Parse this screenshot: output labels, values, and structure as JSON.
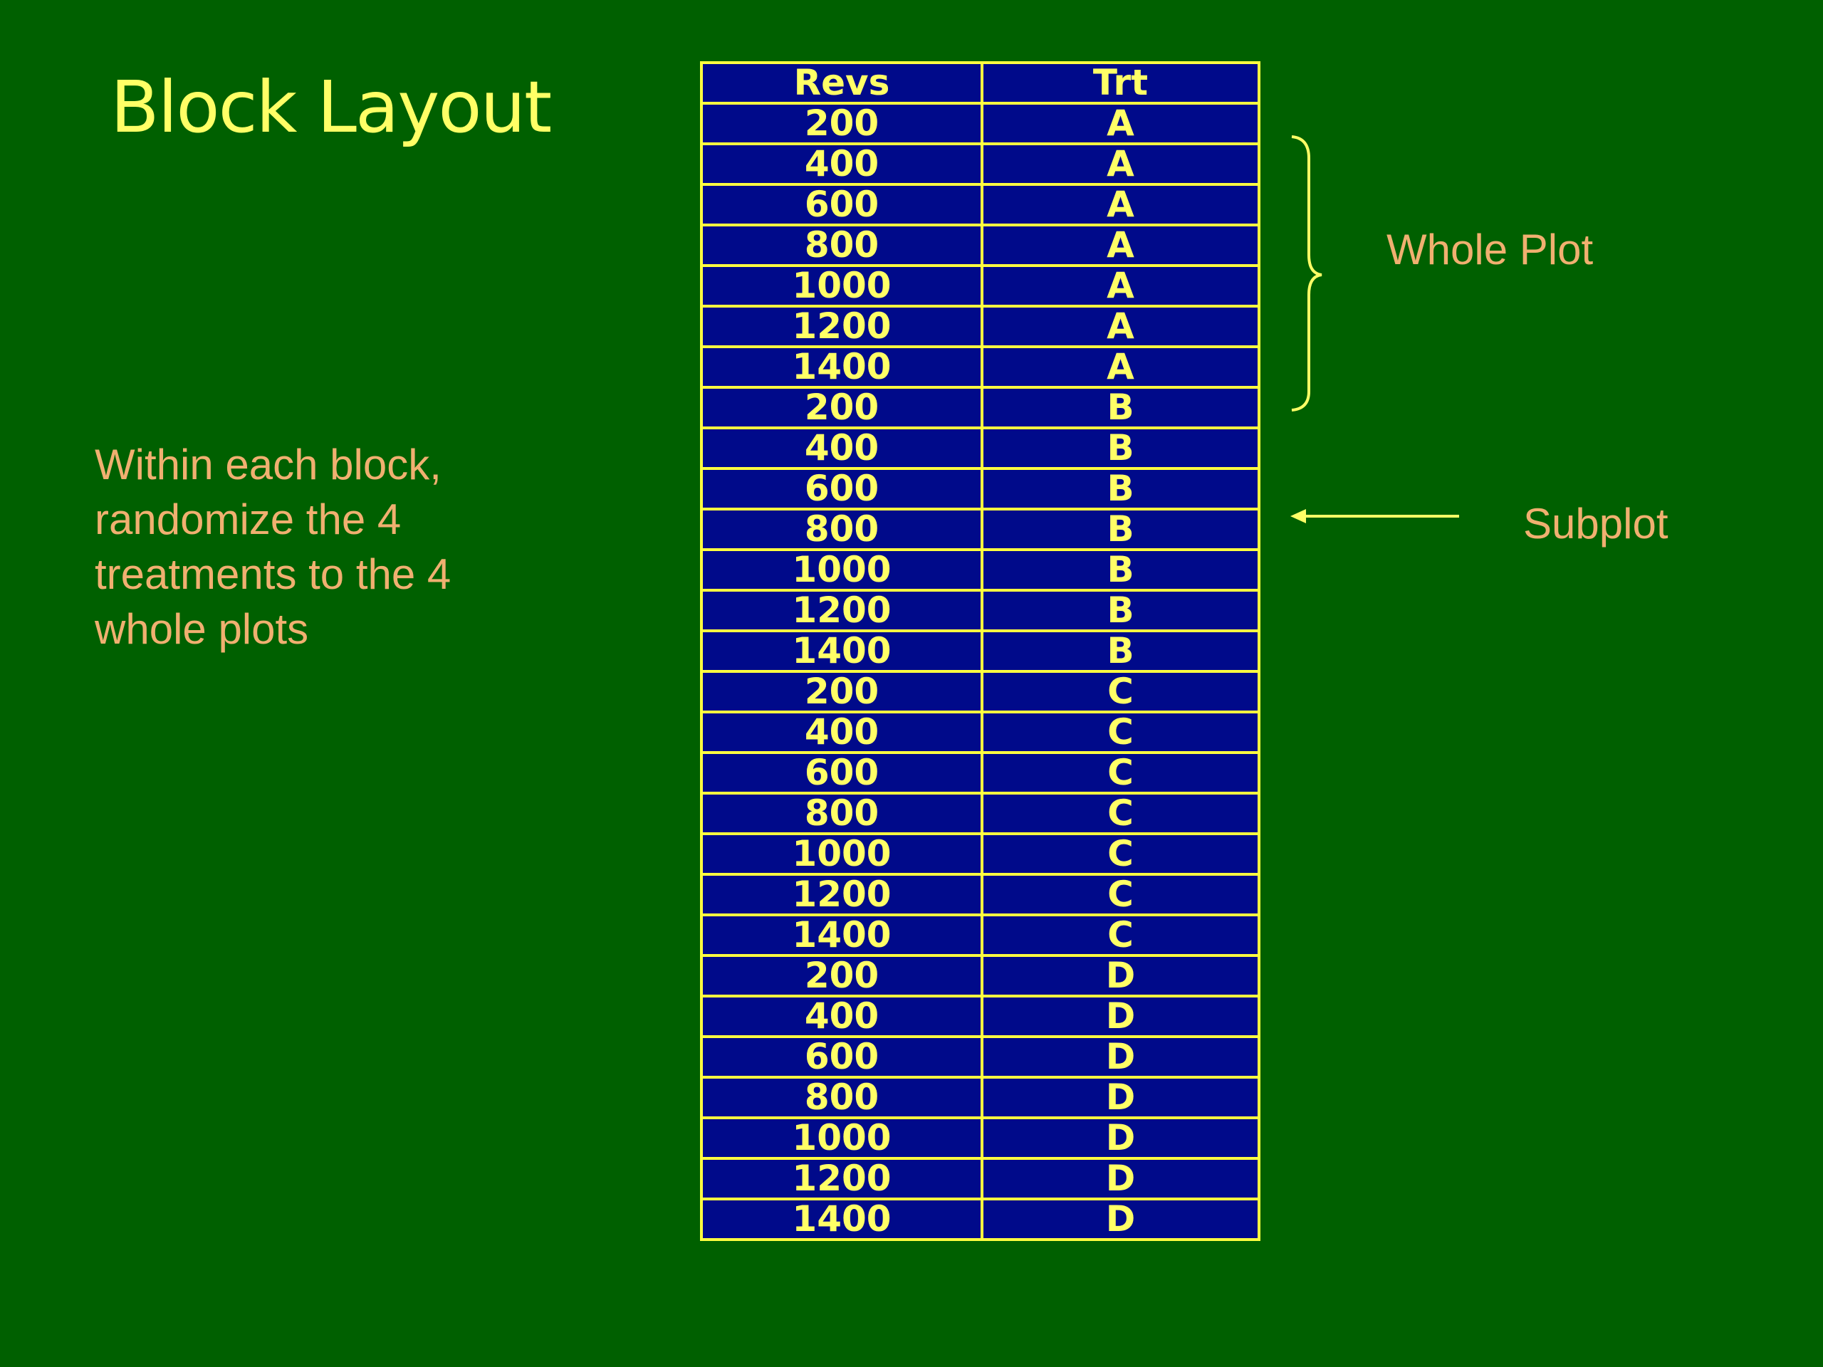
{
  "title": "Block Layout",
  "note": {
    "lines": [
      "Within each block,",
      "randomize the 4",
      "treatments to the 4",
      "whole plots"
    ]
  },
  "table": {
    "headers": [
      "Revs",
      "Trt"
    ],
    "rows": [
      [
        "200",
        "A"
      ],
      [
        "400",
        "A"
      ],
      [
        "600",
        "A"
      ],
      [
        "800",
        "A"
      ],
      [
        "1000",
        "A"
      ],
      [
        "1200",
        "A"
      ],
      [
        "1400",
        "A"
      ],
      [
        "200",
        "B"
      ],
      [
        "400",
        "B"
      ],
      [
        "600",
        "B"
      ],
      [
        "800",
        "B"
      ],
      [
        "1000",
        "B"
      ],
      [
        "1200",
        "B"
      ],
      [
        "1400",
        "B"
      ],
      [
        "200",
        "C"
      ],
      [
        "400",
        "C"
      ],
      [
        "600",
        "C"
      ],
      [
        "800",
        "C"
      ],
      [
        "1000",
        "C"
      ],
      [
        "1200",
        "C"
      ],
      [
        "1400",
        "C"
      ],
      [
        "200",
        "D"
      ],
      [
        "400",
        "D"
      ],
      [
        "600",
        "D"
      ],
      [
        "800",
        "D"
      ],
      [
        "1000",
        "D"
      ],
      [
        "1200",
        "D"
      ],
      [
        "1400",
        "D"
      ]
    ]
  },
  "annotations": {
    "whole_plot": "Whole Plot",
    "subplot": "Subplot"
  },
  "colors": {
    "background": "#006000",
    "title": "#ffff66",
    "table_fill": "#000a8a",
    "table_border": "#ffff40",
    "table_text": "#ffff66",
    "note_text": "#f0b070",
    "annotation_lines": "#ffff66"
  },
  "icons": [
    "curly-brace-icon",
    "left-arrow-icon"
  ]
}
